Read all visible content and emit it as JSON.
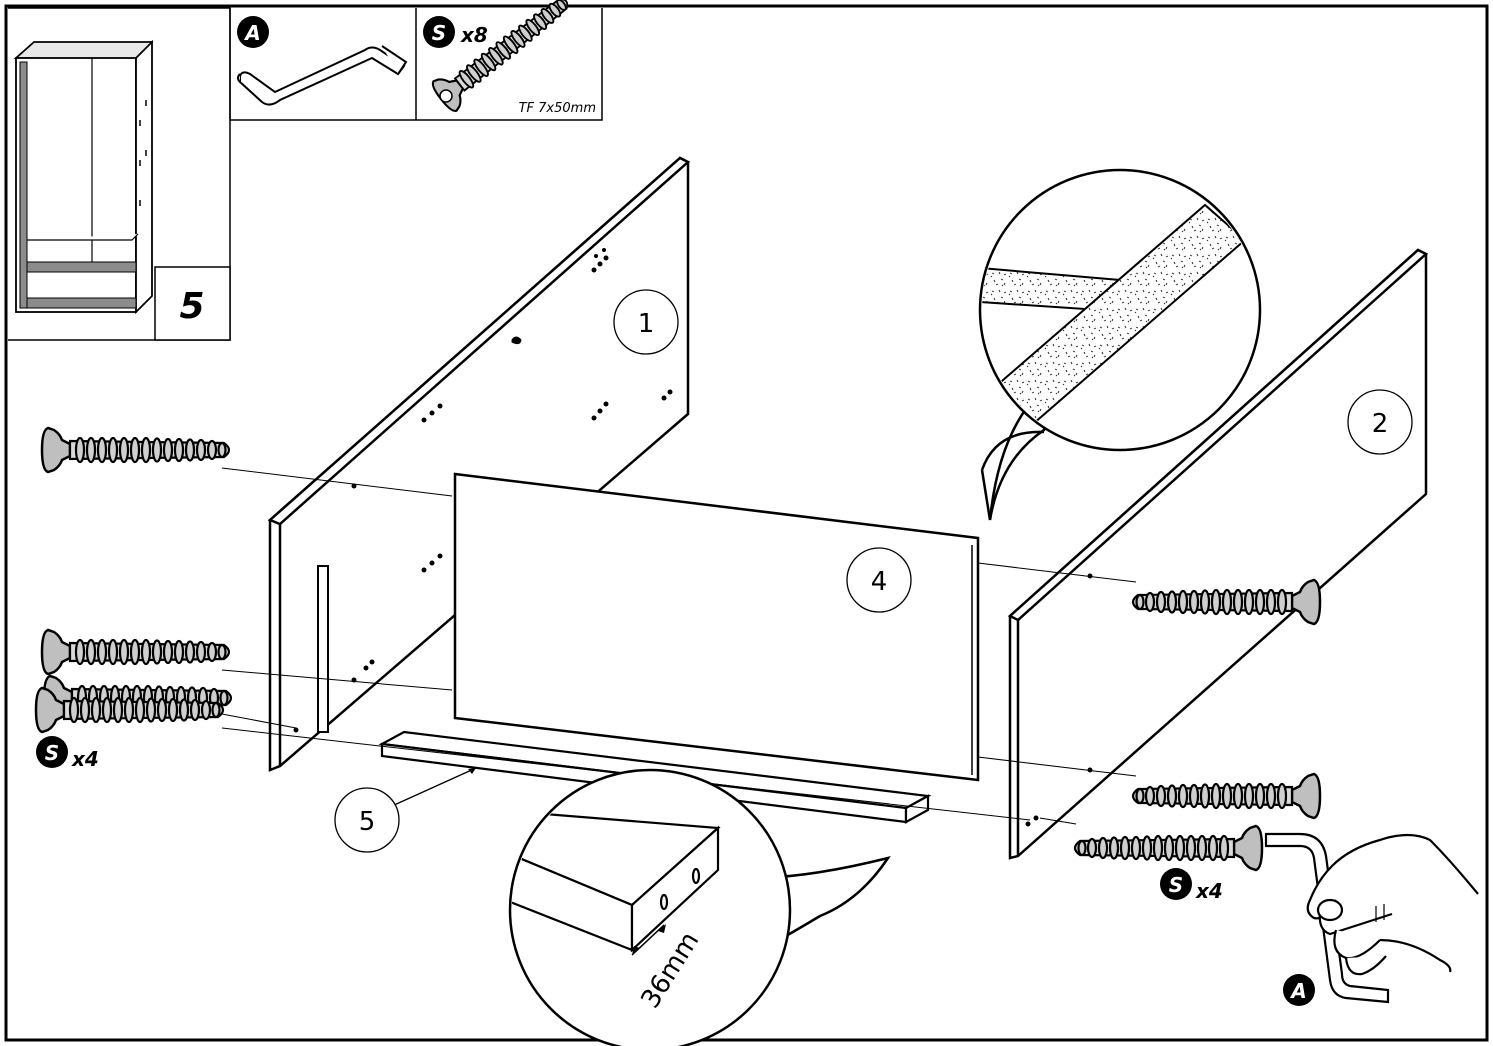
{
  "step": {
    "number": "5"
  },
  "tools": {
    "allen_key": {
      "badge": "A"
    },
    "screw": {
      "badge": "S",
      "count": "x8",
      "spec": "TF 7x50mm"
    }
  },
  "parts": {
    "side_panel_left": "1",
    "side_panel_right": "2",
    "back_panel": "4",
    "rail": "5"
  },
  "callouts": {
    "left_screws": {
      "badge": "S",
      "count": "x4"
    },
    "right_screws": {
      "badge": "S",
      "count": "x4"
    },
    "hand_tool": {
      "badge": "A"
    },
    "rail_measure": "36mm"
  },
  "icons": [
    "wardrobe-icon",
    "allen-key-icon",
    "cam-screw-icon",
    "hand-icon",
    "particle-board-detail-icon",
    "rail-detail-icon"
  ]
}
